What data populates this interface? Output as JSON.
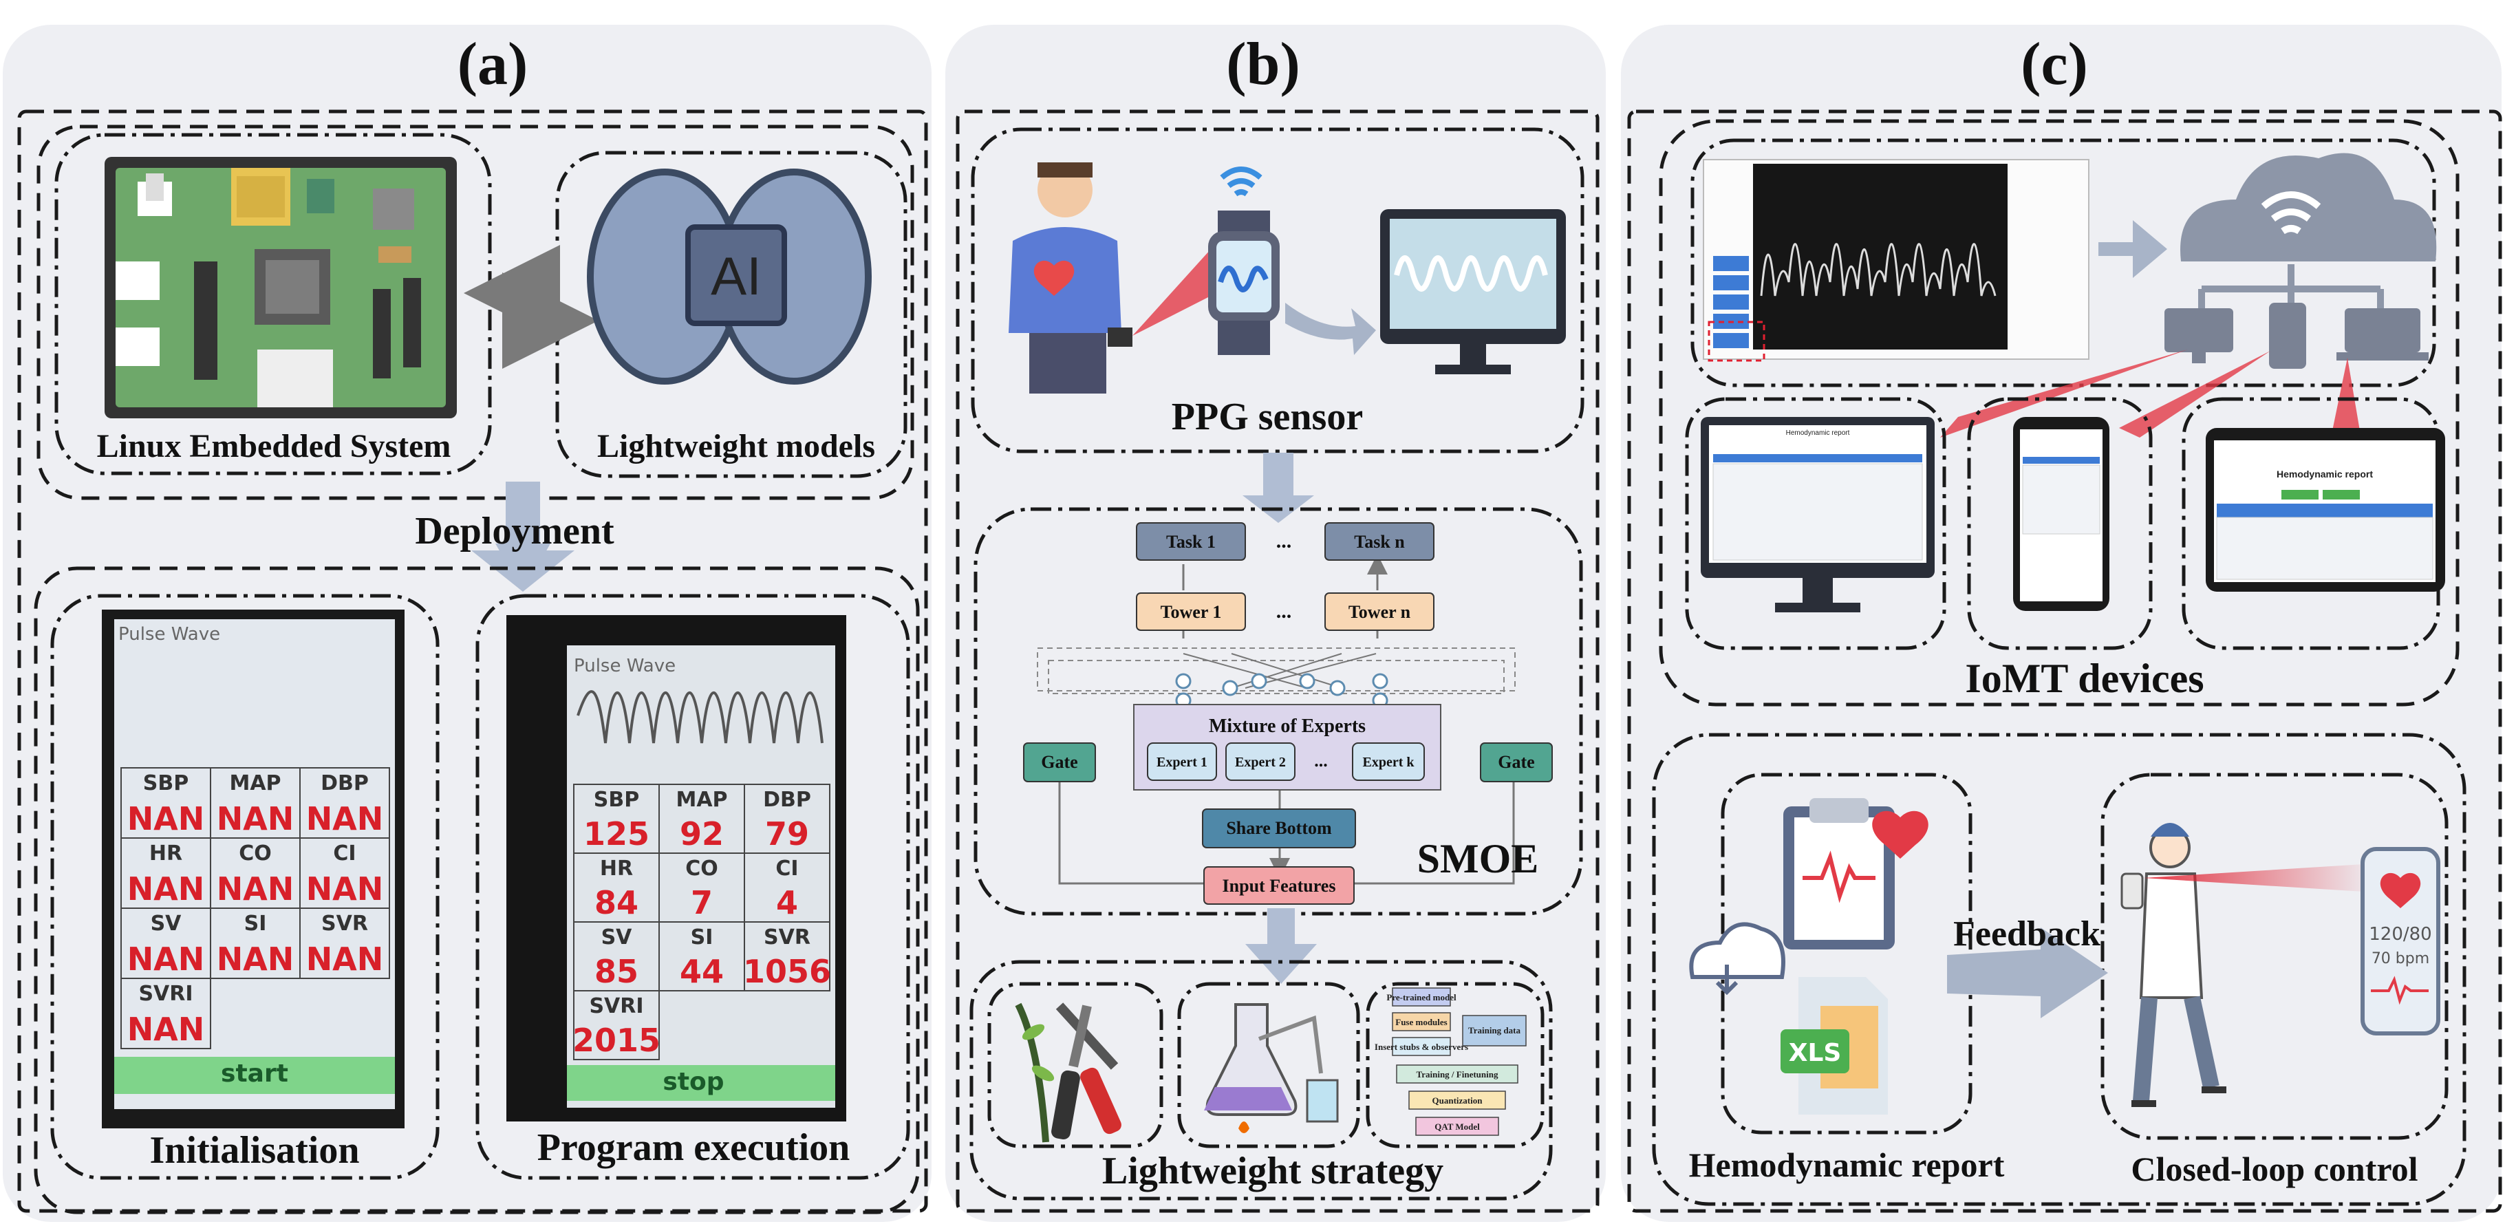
{
  "panels": {
    "a": {
      "title": "(a)",
      "linux_label": "Linux Embedded System",
      "models_label": "Lightweight models",
      "ai_chip_text": "AI",
      "deployment_label": "Deployment",
      "init_label": "Initialisation",
      "exec_label": "Program execution",
      "screen1": {
        "wave_label": "Pulse Wave",
        "rows": [
          {
            "heads": [
              "SBP",
              "MAP",
              "DBP"
            ],
            "vals": [
              "NAN",
              "NAN",
              "NAN"
            ]
          },
          {
            "heads": [
              "HR",
              "CO",
              "CI"
            ],
            "vals": [
              "NAN",
              "NAN",
              "NAN"
            ]
          },
          {
            "heads": [
              "SV",
              "SI",
              "SVR"
            ],
            "vals": [
              "NAN",
              "NAN",
              "NAN"
            ]
          }
        ],
        "svri_head": "SVRI",
        "svri_val": "NAN",
        "button": "start"
      },
      "screen2": {
        "wave_label": "Pulse Wave",
        "rows": [
          {
            "heads": [
              "SBP",
              "MAP",
              "DBP"
            ],
            "vals": [
              "125",
              "92",
              "79"
            ]
          },
          {
            "heads": [
              "HR",
              "CO",
              "CI"
            ],
            "vals": [
              "84",
              "7",
              "4"
            ]
          },
          {
            "heads": [
              "SV",
              "SI",
              "SVR"
            ],
            "vals": [
              "85",
              "44",
              "1056"
            ]
          }
        ],
        "svri_head": "SVRI",
        "svri_val": "2015",
        "button": "stop"
      }
    },
    "b": {
      "title": "(b)",
      "ppg_label": "PPG sensor",
      "smoe_label": "SMOE",
      "tasks": [
        "Task 1",
        "...",
        "Task n"
      ],
      "towers": [
        "Tower 1",
        "...",
        "Tower n"
      ],
      "moe_title": "Mixture of Experts",
      "experts": [
        "Expert 1",
        "Expert 2",
        "...",
        "Expert k"
      ],
      "gate": "Gate",
      "share_bottom": "Share Bottom",
      "input_features": "Input Features",
      "strategy_label": "Lightweight strategy",
      "qat_steps": [
        "Pre-trained model",
        "Fuse modules",
        "Insert stubs & observers",
        "Training data",
        "Training / Finetuning",
        "Quantization",
        "QAT Model"
      ]
    },
    "c": {
      "title": "(c)",
      "iomt_label": "IoMT devices",
      "feedback_label": "Feedback",
      "report_label": "Hemodynamic report",
      "closed_loop_label": "Closed-loop control",
      "xls_label": "XLS",
      "bp_reading": "120/80",
      "hr_reading": "70 bpm",
      "report_title": "Hemodynamic report"
    }
  },
  "colors": {
    "panel_bg": "#eeeff3",
    "gate": "#52a591",
    "tower": "#f8d7b4",
    "task": "#7d8ea8",
    "share_bottom": "#4f88a8",
    "input": "#f2a3a6",
    "moe": "#dcd6ec",
    "lcd_red": "#d8202a",
    "arrow": "#a8b4c8"
  }
}
